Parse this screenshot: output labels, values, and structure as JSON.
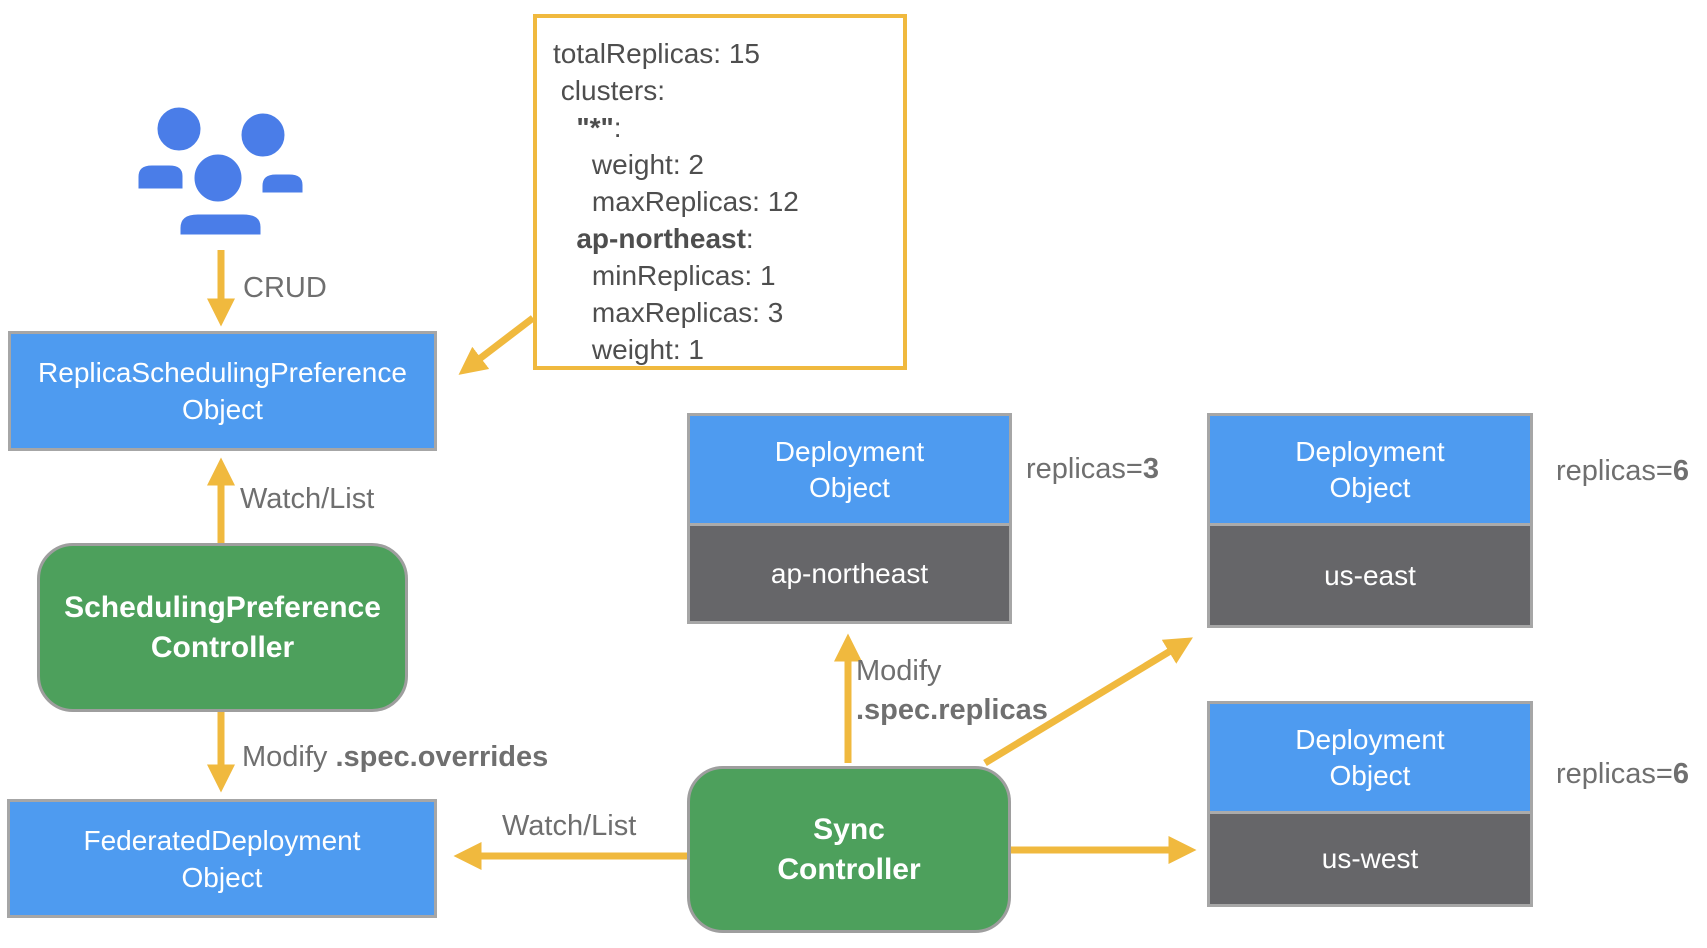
{
  "colors": {
    "box_blue": "#4E9BF0",
    "people_blue": "#4A7DE8",
    "controller_green": "#4DA05C",
    "arrow_yellow": "#F0B93E",
    "cluster_gray": "#666669",
    "box_border_gray": "#A6A6A6",
    "label_gray": "#6F6F6F",
    "yaml_border_yellow": "#F0B93E",
    "yaml_text_gray": "#4E4E4E"
  },
  "users": {
    "icon": "users-group-icon"
  },
  "yaml_note": {
    "lines": [
      {
        "b": "",
        "r": "totalReplicas: 15"
      },
      {
        "b": "",
        "r": " clusters:"
      },
      {
        "b": "   \"*\"",
        "r": ":"
      },
      {
        "b": "",
        "r": "     weight: 2"
      },
      {
        "b": "",
        "r": "     maxReplicas: 12"
      },
      {
        "b": "   ap-northeast",
        "r": ":"
      },
      {
        "b": "",
        "r": "     minReplicas: 1"
      },
      {
        "b": "",
        "r": "     maxReplicas: 3"
      },
      {
        "b": "",
        "r": "     weight: 1"
      }
    ]
  },
  "nodes": {
    "rsp": {
      "line1": "ReplicaSchedulingPreference",
      "line2": "Object"
    },
    "scheduling_controller": {
      "line1": "SchedulingPreference",
      "line2": "Controller"
    },
    "federated_deployment": {
      "line1": "FederatedDeployment",
      "line2": "Object"
    },
    "sync_controller": {
      "line1": "Sync",
      "line2": "Controller"
    }
  },
  "deployments": [
    {
      "line1": "Deployment",
      "line2": "Object",
      "cluster": "ap-northeast",
      "replicas_prefix": "replicas=",
      "replicas_value": "3"
    },
    {
      "line1": "Deployment",
      "line2": "Object",
      "cluster": "us-east",
      "replicas_prefix": "replicas=",
      "replicas_value": "6"
    },
    {
      "line1": "Deployment",
      "line2": "Object",
      "cluster": "us-west",
      "replicas_prefix": "replicas=",
      "replicas_value": "6"
    }
  ],
  "edges": {
    "crud": "CRUD",
    "watch_list_top": "Watch/List",
    "watch_list_bottom": "Watch/List",
    "modify_overrides_prefix": "Modify ",
    "modify_overrides_bold": ".spec.overrides",
    "modify_replicas_prefix": "Modify",
    "modify_replicas_bold": ".spec.replicas"
  }
}
